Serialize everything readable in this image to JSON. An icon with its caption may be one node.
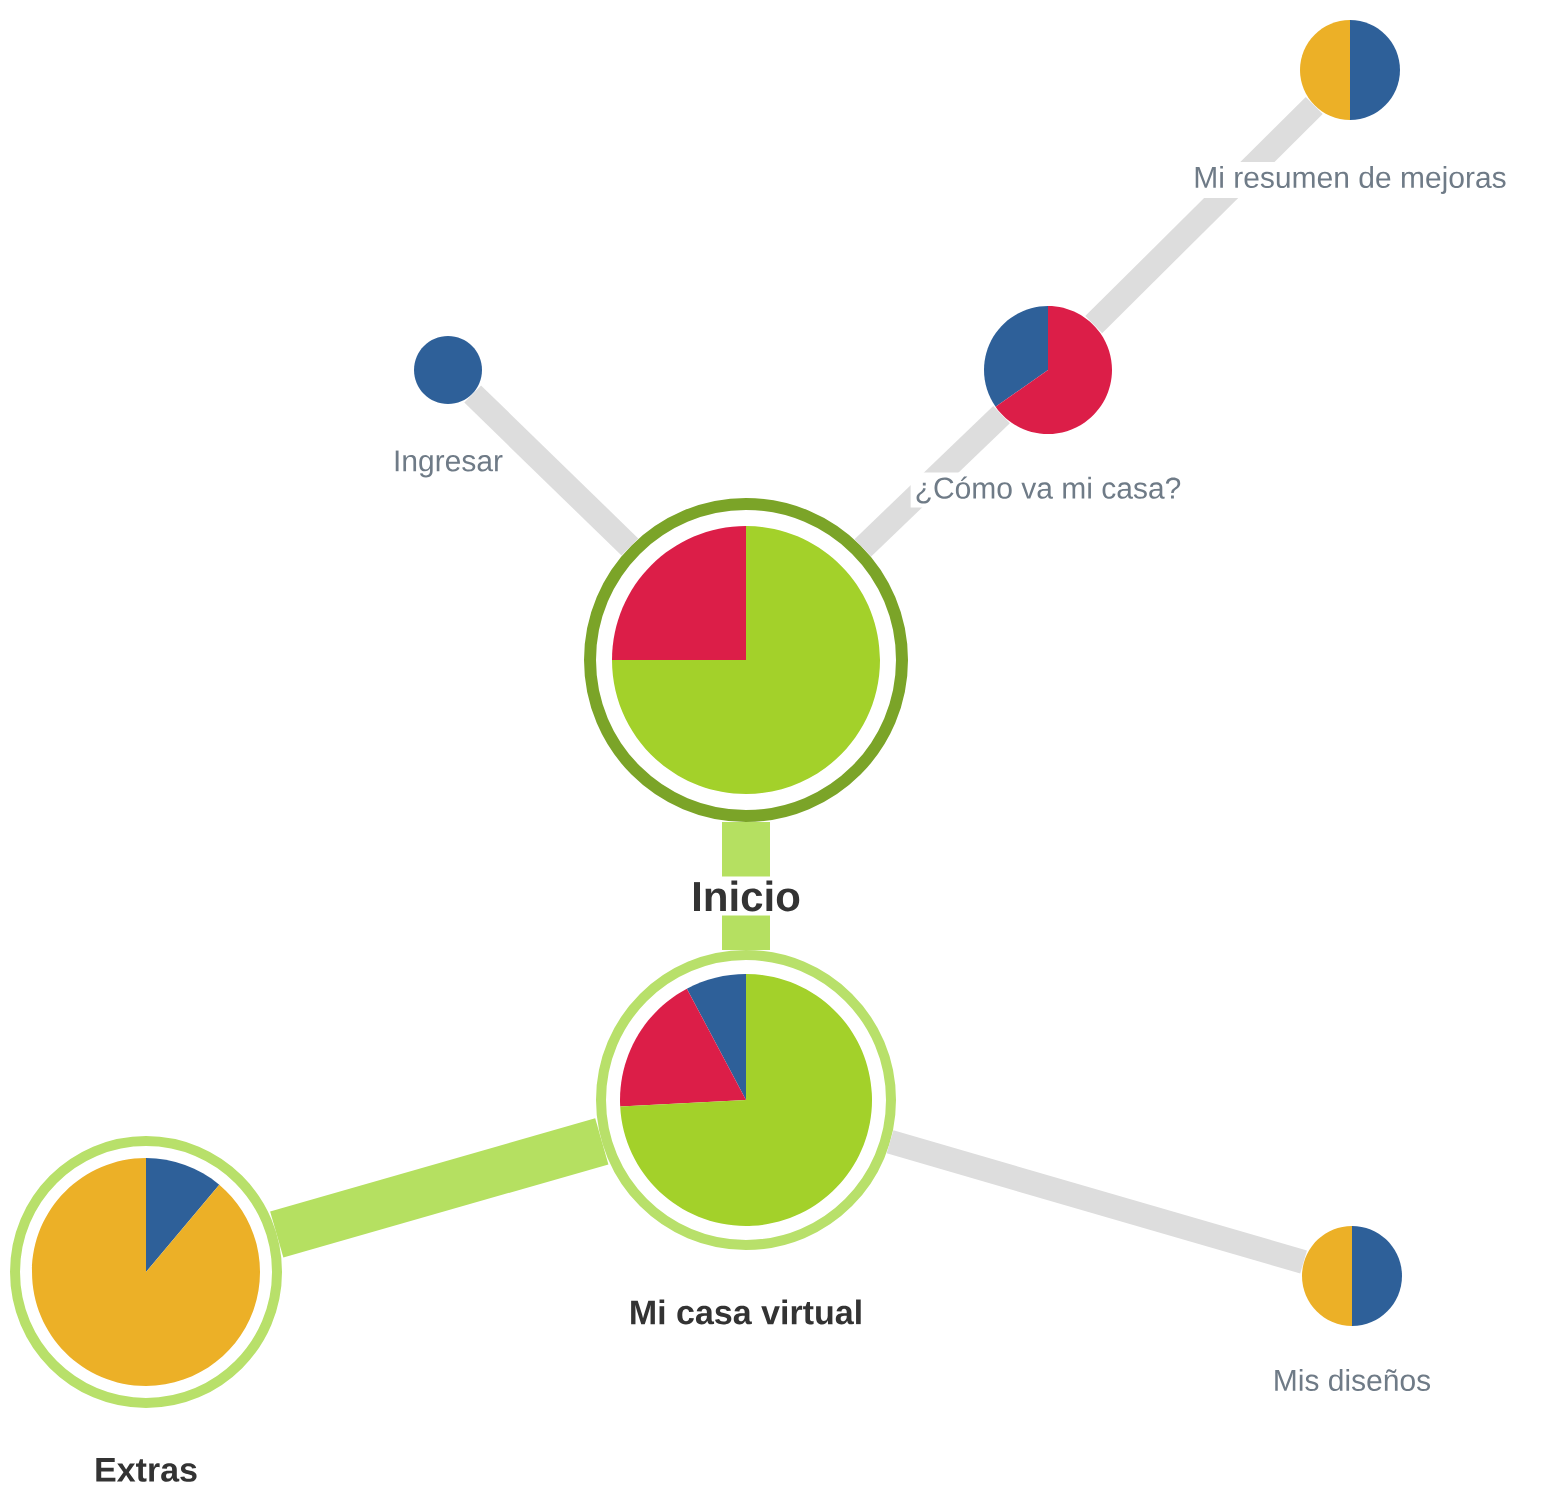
{
  "diagram": {
    "nodes": [
      {
        "text": [
          "Mi resumen de mejoras"
        ]
      },
      {
        "text": [
          "Ingresar"
        ]
      },
      {
        "text": [
          "¿Cómo va mi casa?"
        ]
      },
      {
        "text": [
          "Inicio"
        ]
      },
      {
        "text": [
          "Mi casa virtual"
        ]
      },
      {
        "text": [
          "Mis diseños"
        ]
      },
      {
        "text": [
          "Extras"
        ]
      }
    ],
    "edges": [
      {
        "from": 3,
        "to": 1,
        "arrow": "none"
      },
      {
        "from": 3,
        "to": 2,
        "arrow": "none"
      },
      {
        "from": 2,
        "to": 0,
        "arrow": "none"
      },
      {
        "from": 3,
        "to": 4,
        "arrow": "none",
        "style": "thick",
        "color": "#b5e061"
      },
      {
        "from": 4,
        "to": 6,
        "arrow": "none",
        "style": "thick",
        "color": "#b5e061"
      },
      {
        "from": 4,
        "to": 5,
        "arrow": "none"
      }
    ]
  }
}
